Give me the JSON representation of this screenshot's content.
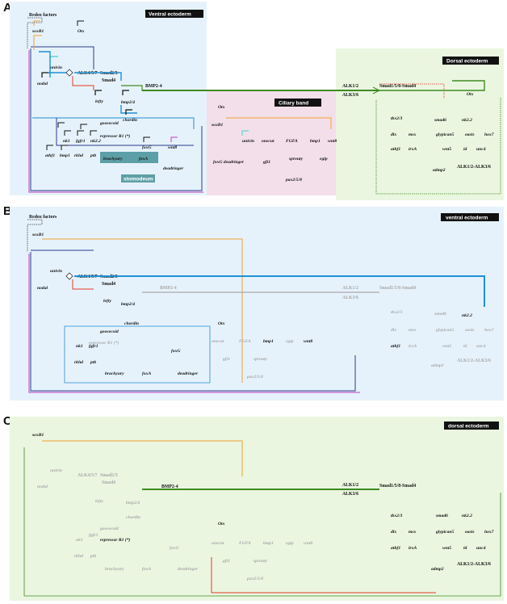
{
  "panels": [
    {
      "letter": "A",
      "region": "Ventral ectoderm",
      "region2": "Dorsal ectoderm",
      "region3": "Ciliary band",
      "label": "stomodeum"
    },
    {
      "letter": "B",
      "region": "ventral ectoderm"
    },
    {
      "letter": "C",
      "region": "dorsal ectoderm"
    }
  ],
  "labels": {
    "redox": "Redox factors",
    "soxb1": "soxB1",
    "otx": "Otx",
    "univin": "univin",
    "nodal": "nodal",
    "lefty": "lefty",
    "alk457": "ALK4/5/7",
    "smad23": "Smad2/3",
    "smad4": "Smad4",
    "bmp24": "bmp2/4",
    "chordin": "chordin",
    "BMP24": "BMP2-4",
    "alk12": "ALK1/2",
    "alk36": "ALK3/6",
    "smad158": "Smad1/5/8-Smad4",
    "goosecoid": "goosecoid",
    "repressor": "repressor R1 (*)",
    "nk1": "nk1",
    "fgfr1": "fgfr1",
    "nk22": "nk2.2",
    "athf1": "athf1",
    "bmp1": "bmp1",
    "rkhd": "rkhd",
    "ptb": "ptb",
    "foxg": "foxG",
    "wnt8": "wnt8",
    "brachyury": "brachyury",
    "foxa": "foxA",
    "deadringer": "deadringer",
    "onecut": "onecut",
    "fgfa": "FGFA",
    "foxgdead": "foxG deadringer",
    "gfi1": "gfi1",
    "sprouty": "sprouty",
    "pax258": "pax2/5/8",
    "egip": "egip",
    "tbx23": "tbx2/3",
    "smad6": "smad6",
    "dlx": "dlx",
    "msx": "msx",
    "irxa": "irxA",
    "glypican5": "glypican5",
    "oasis": "oasis",
    "hox7": "hox7",
    "wnt5": "wnt5",
    "id": "id",
    "unc4": "unc4",
    "admp2": "admp2",
    "alk1236": "ALK1/2-ALK3/6"
  },
  "colors": {
    "ventral_bg": "#e6f2fb",
    "dorsal_bg": "#eaf6e0",
    "ciliary_bg": "#f3dfe9",
    "stomodeum_bg": "#5d9fa6",
    "blue": "#1e8fd6",
    "darkblue": "#2a3a8c",
    "green": "#3f8a22",
    "orange": "#f0a030",
    "red": "#e03a2a",
    "cyan": "#3fd0d0",
    "purple": "#c040c0",
    "grey": "#a9a9a9"
  }
}
